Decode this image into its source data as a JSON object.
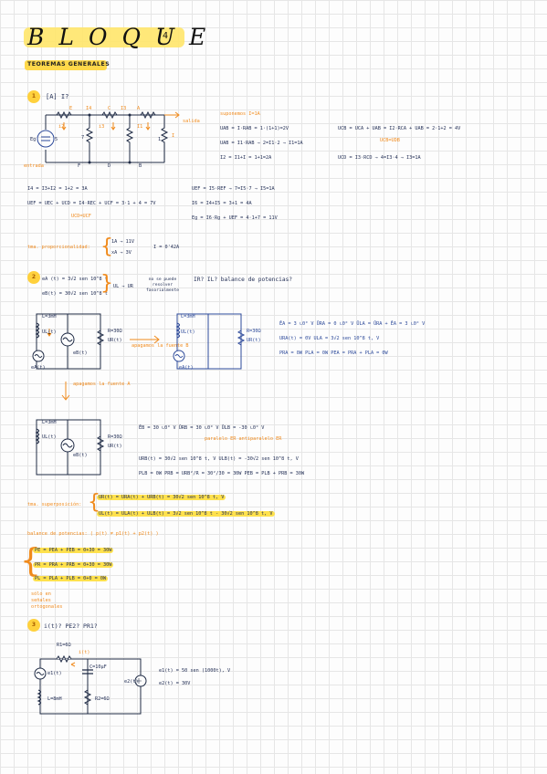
{
  "header": {
    "title": "BLOQUE",
    "number": "4",
    "subtitle": "TEOREMAS GENERALES"
  },
  "exercise1": {
    "num": "1",
    "question": "[A] I?",
    "labels": {
      "E": "E",
      "I4": "I4",
      "C": "C",
      "I3": "I3",
      "A": "A",
      "i3": "i3",
      "i2": "i2",
      "I1": "I1",
      "I": "I",
      "r7": "7",
      "r5": "5",
      "r1": "1",
      "Eg": "Eg",
      "F": "F",
      "D": "D",
      "B": "B",
      "salida": "salida",
      "entrada": "entrada"
    },
    "suponemos": "suponemos I=1A",
    "eqs_mid": [
      "UAB = I·RAB = 1·(1+1)=2V",
      "UAB = I1·RAB → 2=I1·2 → I1=1A",
      "I2 = I1+I = 1+1=2A"
    ],
    "eqs_right": [
      "UCB = UCA + UAB = I2·RCA + UAB = 2·1+2 = 4V",
      "UCB=UDB",
      "UCD = I3·RCD → 4=I3·4 → I3=1A"
    ],
    "eqs_left2": [
      "I4 = I3+I2 = 1+2 = 3A",
      "UEF = UEC + UCD = I4·REC + UCF = 3·1 + 4 = 7V",
      "UCD=UCF"
    ],
    "eqs_right2": [
      "UEF = I5·REF → 7=I5·7 → I5=1A",
      "I6 = I4+I5 = 3+1 = 4A",
      "Eg = I6·Rg + UEF = 4·1+7 = 11V"
    ],
    "proportional": "tma. proporcionalidad:",
    "prop_top": "1A → 11V",
    "prop_bot": "xA → 3V",
    "prop_result": "I = 0'42A"
  },
  "exercise2": {
    "num": "2",
    "sources": [
      "eA (t) = 3√2 sen 10^8 t",
      "eB(t) = 30√2 sen 10^8 t"
    ],
    "uL_note": "UL → UR",
    "note_resolve": "no se puede resolver fasorialmente",
    "question": "IR? IL? balance de potencias?",
    "circuit_labels": {
      "L": "L=3mH",
      "uL": "UL(t)",
      "eA": "eA(t)",
      "eB": "eB(t)",
      "R": "R=30Ω",
      "uR": "UR(t)"
    },
    "apagamos_a": "apagamos la fuente B",
    "apagamos_b": "apagamos la fuente A",
    "phasor_a": [
      "ĒA = 3 ∟0° V   ŪRA = 0 ∟0° V   ŪLA = ŪRA + ĒA = 3 ∟0° V",
      "URA(t) = 0V    ULA = 3√2 sen 10^8 t, V",
      "PRA = 0W   PLA = 0W   PEA = PRA + PLA = 0W"
    ],
    "phasor_b": [
      "ĒB = 30 ∟0° V   ŪRB = 30 ∟0° V   ŪLB = -30 ∟0° V",
      "paralelo ER          antiparalelo ER",
      "URB(t) = 30√2 sen 10^8 t, V     ULB(t) = -30√2 sen 10^8 t, V",
      "PLB = 0W   PRB = URB²/R = 30²/30 = 30W   PEB = PLB + PRB = 30W"
    ],
    "superposition": "tma. superposición:",
    "sup_r": "UR(t) = URA(t) + URB(t) = 30√2 sen 10^8 t, V",
    "sup_l": "UL(t) = ULA(t) + ULB(t) = 3√2 sen 10^8 t - 30√2 sen 10^8 t, V",
    "balance": "balance de potencias: ( p(t) ≠ p1(t) + p2(t) )",
    "balance_lines": [
      "PE = PEA + PEB = 0+30 = 30W",
      "PR = PRA + PRB = 0+30 = 30W",
      "PL = PLA + PLB = 0+0 = 0W"
    ],
    "balance_note": "sólo en señales ortogonales"
  },
  "exercise3": {
    "num": "3",
    "question": "i(t)? PE2? PR1?",
    "labels": {
      "R1": "R1=6Ω",
      "it": "i(t)",
      "C": "C=10μF",
      "e1": "e1(t)",
      "e2": "e2(t)",
      "L": "L=8mH",
      "R2": "R2=6Ω"
    },
    "data": [
      "e1(t) = 50 sen (1000t), V",
      "e2(t) = 30V"
    ]
  },
  "colors": {
    "orange": "#f08a1c",
    "yellow": "#ffd84a",
    "blue": "#2d4a9a"
  }
}
